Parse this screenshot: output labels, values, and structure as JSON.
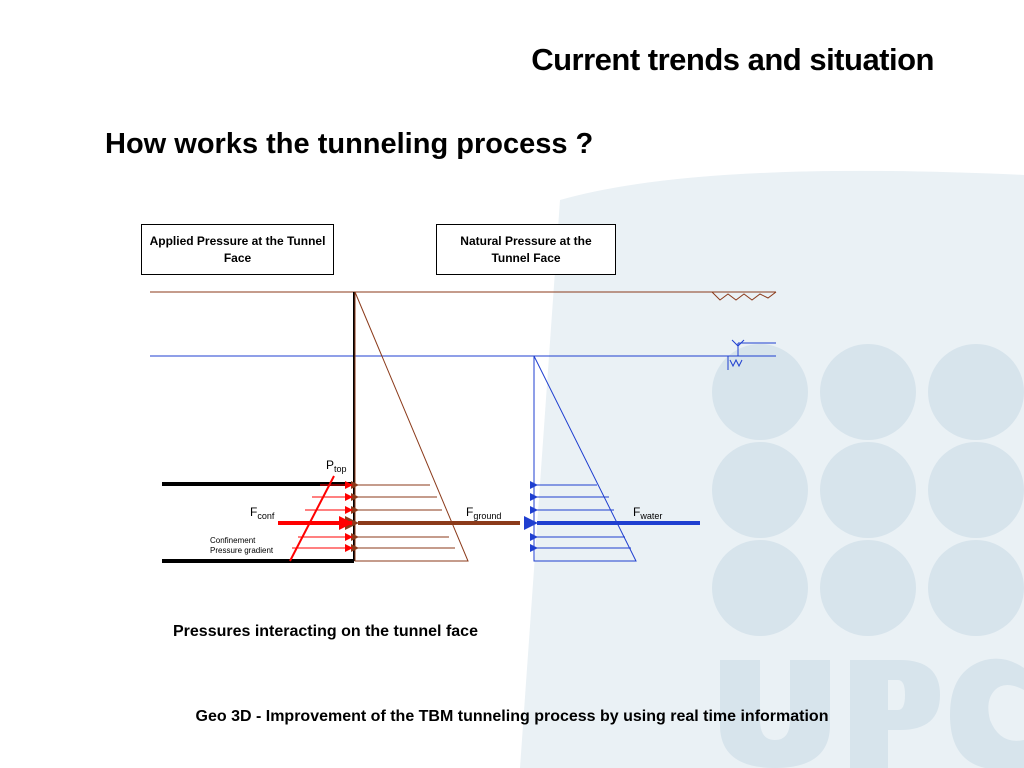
{
  "slide_title": "Current trends and situation",
  "subtitle": "How works the tunneling process ?",
  "box_applied": "Applied Pressure at the Tunnel Face",
  "box_natural": "Natural Pressure at the Tunnel Face",
  "labels": {
    "p_top_main": "P",
    "p_top_sub": "top",
    "f_conf_main": "F",
    "f_conf_sub": "conf",
    "f_ground_main": "F",
    "f_ground_sub": "ground",
    "f_water_main": "F",
    "f_water_sub": "water",
    "confinement_line1": "Confinement",
    "confinement_line2": "Pressure gradient"
  },
  "caption": "Pressures interacting on the tunnel face",
  "footer": "Geo 3D - Improvement of the TBM tunneling process by using real time information",
  "colors": {
    "ground": "#8B3A1A",
    "water": "#1F3FD0",
    "confinement": "#FF0000",
    "watermark": "#D7E4EC"
  }
}
